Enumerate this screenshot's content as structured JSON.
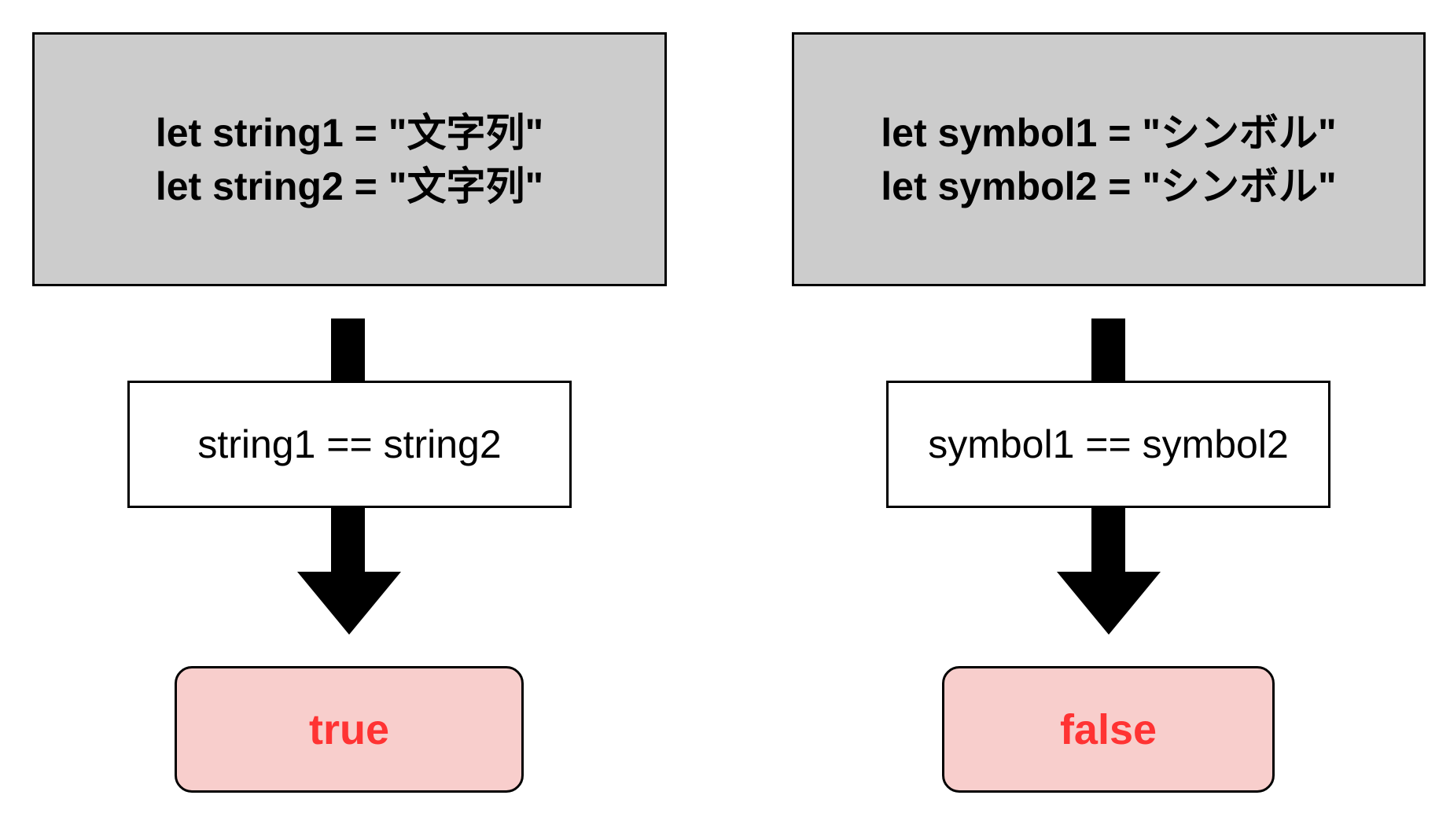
{
  "left": {
    "declaration_lines": [
      "let string1 = \"文字列\"",
      "let string2 = \"文字列\""
    ],
    "comparison": "string1 == string2",
    "result": "true"
  },
  "right": {
    "declaration_lines": [
      "let symbol1 = \"シンボル\"",
      "let symbol2 = \"シンボル\""
    ],
    "comparison": "symbol1 == symbol2",
    "result": "false"
  },
  "colors": {
    "declaration_fill": "#cccccc",
    "result_fill": "#f8cecc",
    "result_text": "#ff3333"
  }
}
